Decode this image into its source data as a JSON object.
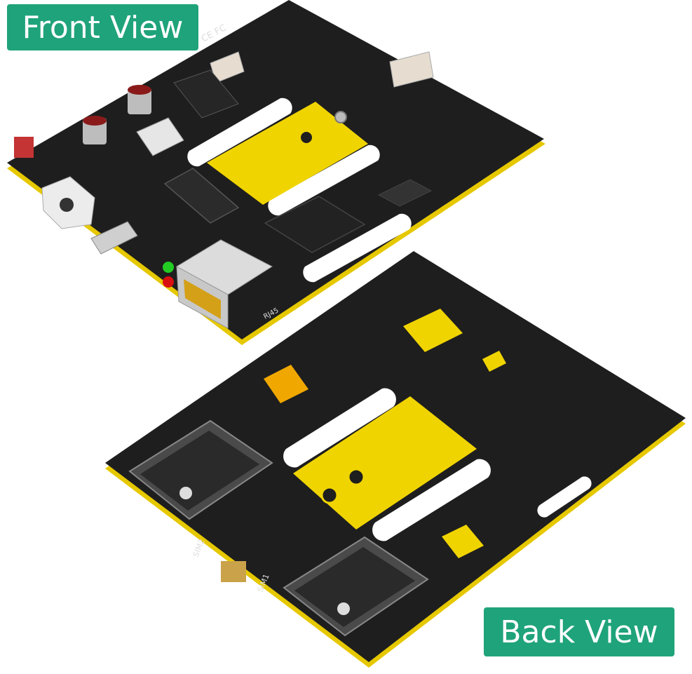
{
  "labels": {
    "front_view": "Front View",
    "back_view": "Back View"
  },
  "silkscreen": {
    "sim1": "SIM1",
    "sim2": "SIM2",
    "rj45": "RJ45",
    "ce_fcc": "CE FC"
  },
  "colors": {
    "badge": "#1fa37a",
    "pcb": "#1e1e1e",
    "pcb_edge": "#f2d800",
    "copper_pad": "#f0d400",
    "slot": "#ffffff",
    "led_green": "#22cc22",
    "led_red": "#d81010"
  }
}
